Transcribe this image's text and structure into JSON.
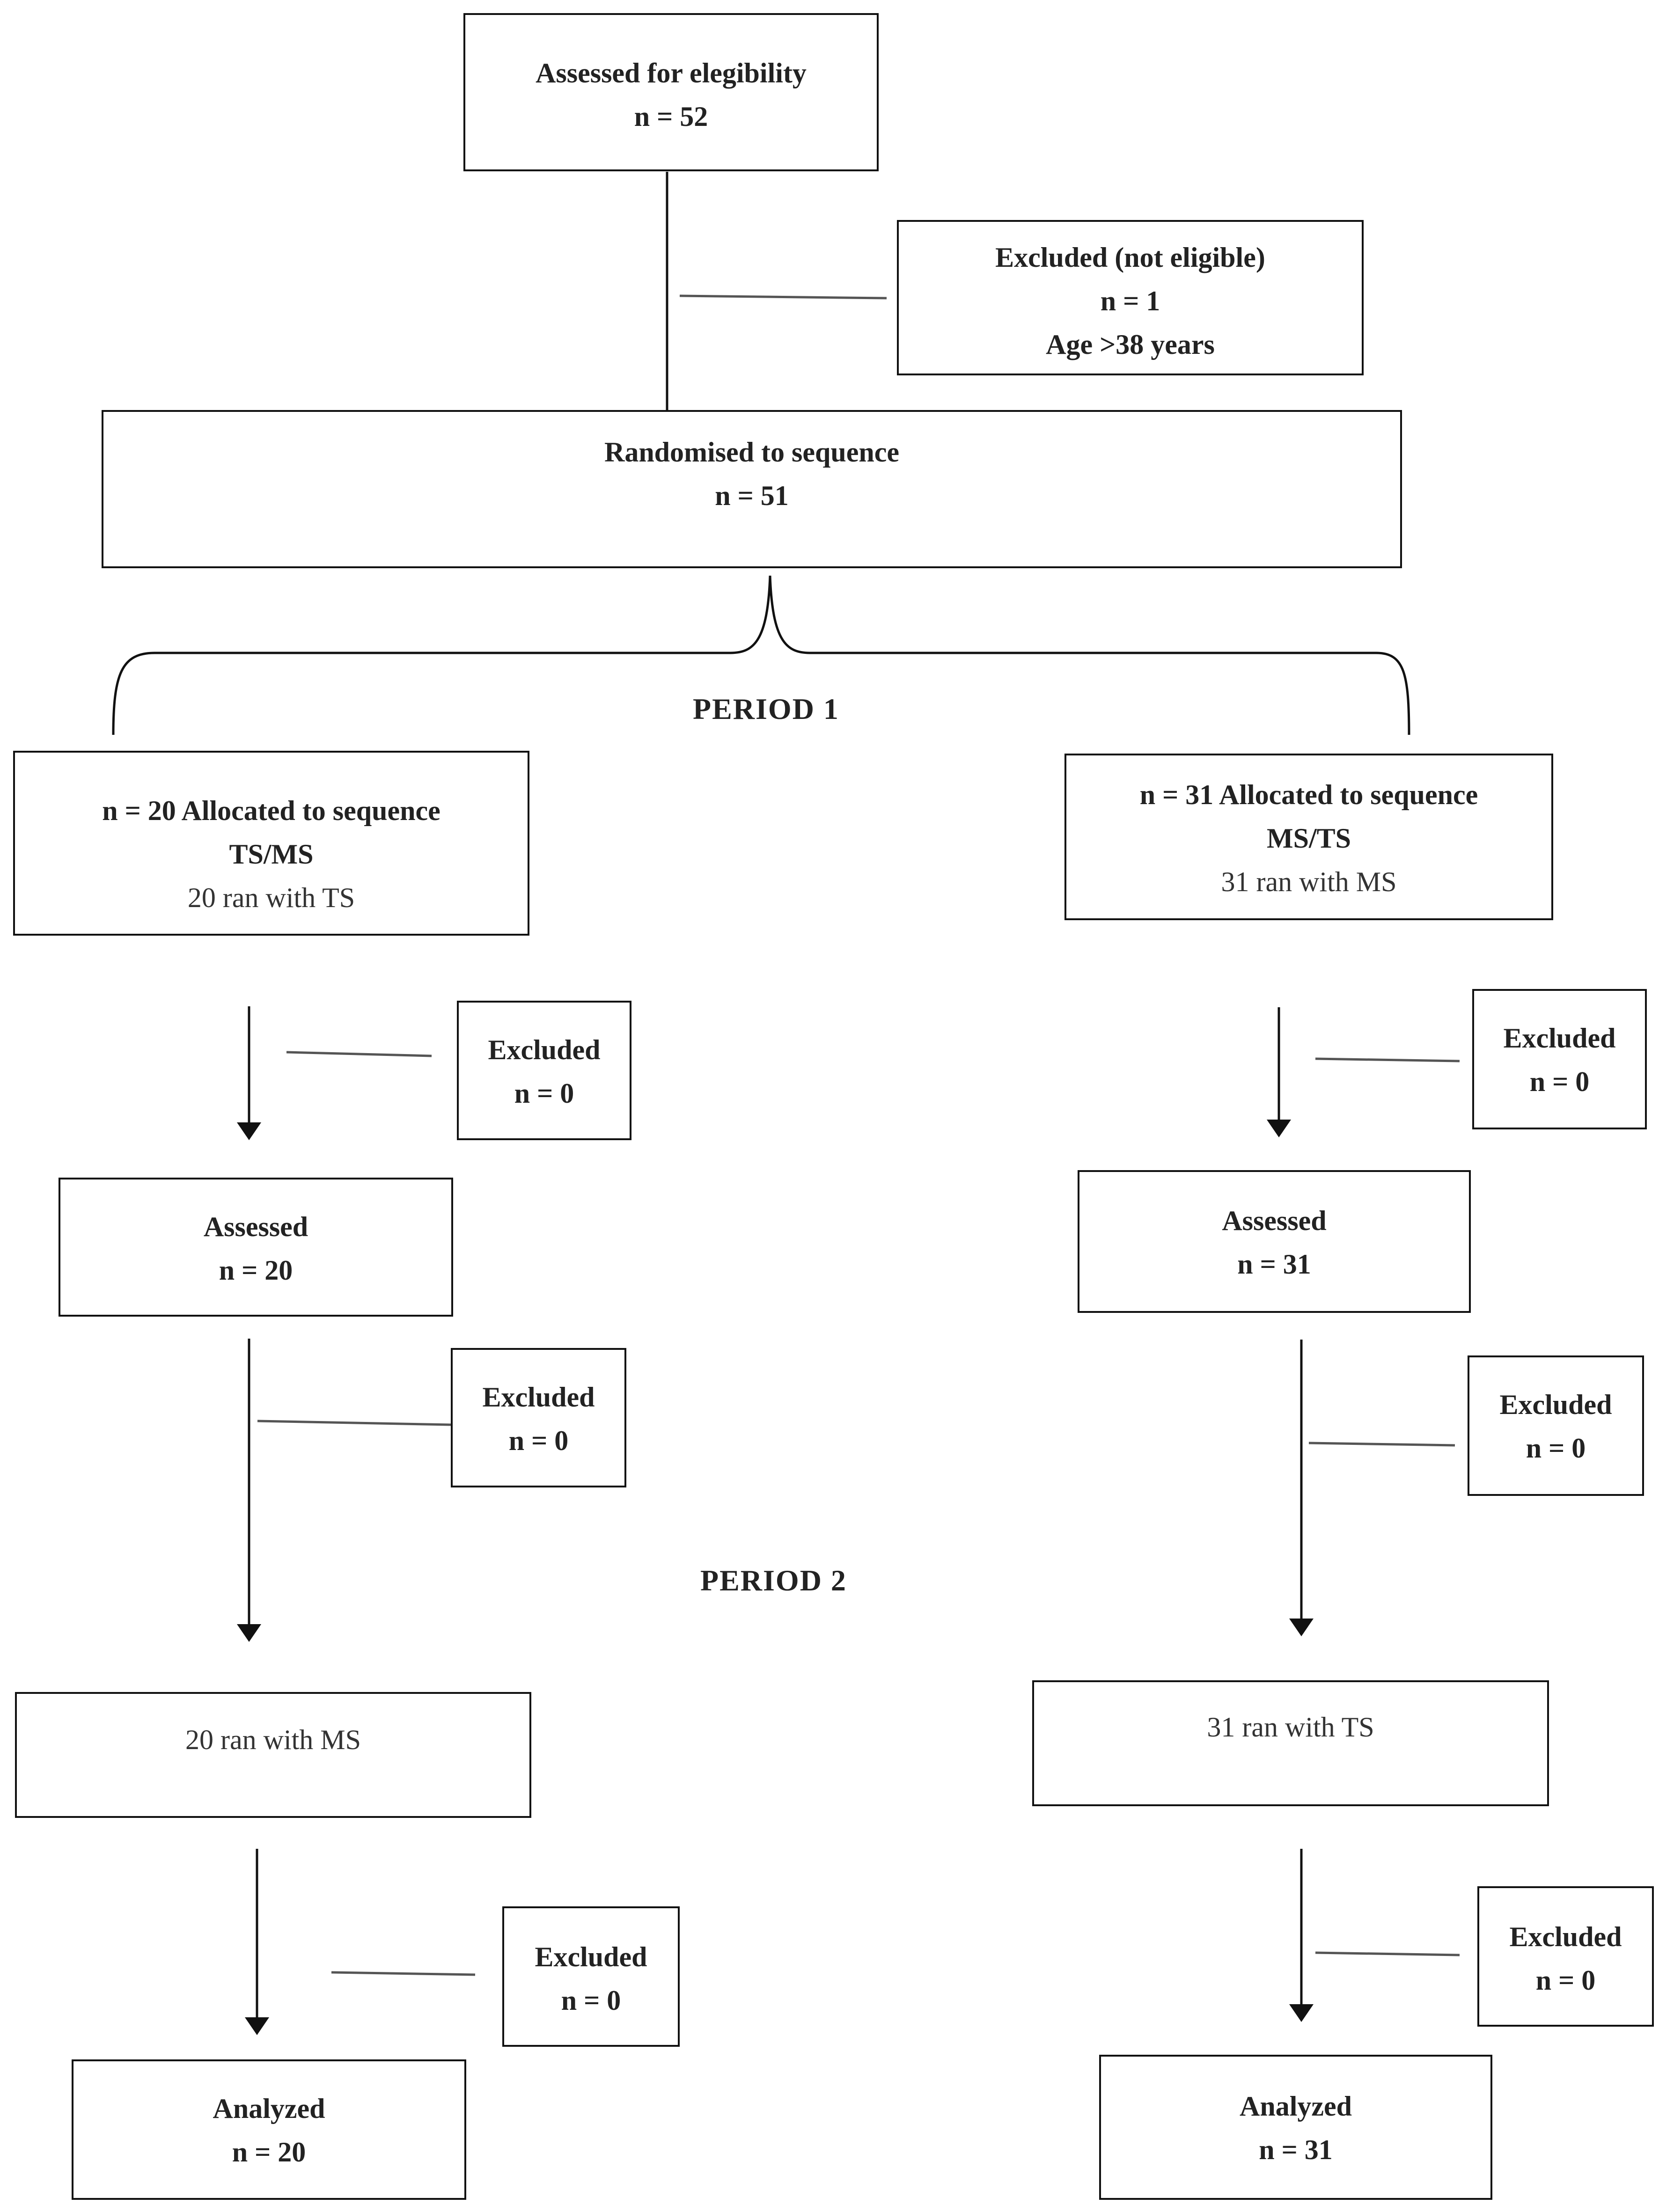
{
  "screening": {
    "assessed": {
      "label": "Assessed for elegibility",
      "n": "n = 52"
    },
    "excluded": {
      "label": "Excluded (not eligible)",
      "n": "n = 1",
      "reason": "Age >38 years"
    }
  },
  "randomised": {
    "label": "Randomised to sequence",
    "n": "n = 51"
  },
  "periods": {
    "period1": "PERIOD 1",
    "period2": "PERIOD 2"
  },
  "left_arm": {
    "allocation": {
      "label": "n = 20  Allocated to sequence",
      "sequence": "TS/MS",
      "ran": "20 ran with TS"
    },
    "excluded_1": {
      "label": "Excluded",
      "n": "n = 0"
    },
    "assessed": {
      "label": "Assessed",
      "n": "n = 20"
    },
    "excluded_2": {
      "label": "Excluded",
      "n": "n = 0"
    },
    "period2_run": {
      "ran": "20 ran with MS"
    },
    "excluded_3": {
      "label": "Excluded",
      "n": "n = 0"
    },
    "analyzed": {
      "label": "Analyzed",
      "n": "n = 20"
    }
  },
  "right_arm": {
    "allocation": {
      "label": "n = 31  Allocated to sequence",
      "sequence": "MS/TS",
      "ran": "31 ran with MS"
    },
    "excluded_1": {
      "label": "Excluded",
      "n": "n = 0"
    },
    "assessed": {
      "label": "Assessed",
      "n": "n = 31"
    },
    "excluded_2": {
      "label": "Excluded",
      "n": "n = 0"
    },
    "period2_run": {
      "ran": "31 ran with TS"
    },
    "excluded_3": {
      "label": "Excluded",
      "n": "n = 0"
    },
    "analyzed": {
      "label": "Analyzed",
      "n": "n = 31"
    }
  }
}
